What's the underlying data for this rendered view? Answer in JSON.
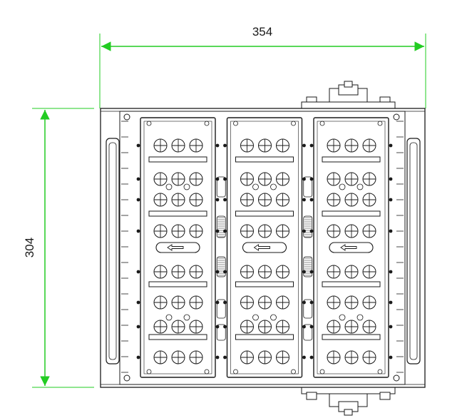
{
  "drawing": {
    "width_label": "354",
    "height_label": "304",
    "dimension_color": "#22cc22",
    "line_color": "#1a1a1a",
    "module_count": 3,
    "lens_rows_per_module": 8,
    "lenses_per_row": 3,
    "arrow_direction": "left"
  }
}
